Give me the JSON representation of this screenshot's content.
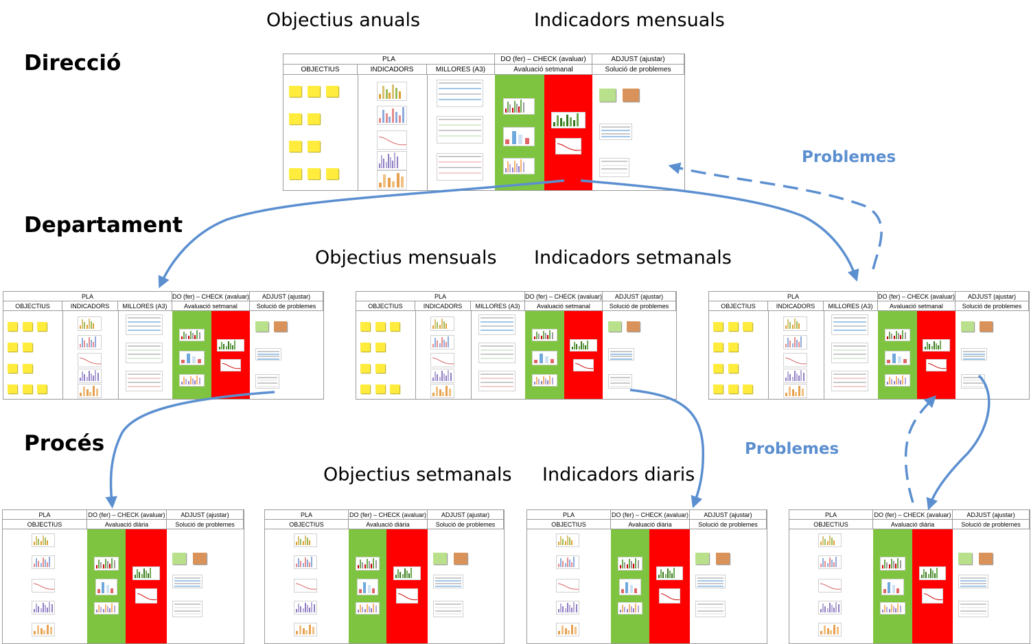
{
  "levels": {
    "direccio": "Direcció",
    "departament": "Departament",
    "proces": "Procés"
  },
  "captions": {
    "objectius_anuals": "Objectius anuals",
    "indicadors_mensuals": "Indicadors mensuals",
    "objectius_mensuals": "Objectius mensuals",
    "indicadors_setmanals": "Indicadors setmanals",
    "objectius_setmanals": "Objectius setmanals",
    "indicadors_diaris": "Indicadors diaris"
  },
  "problemes": [
    "Problemes",
    "Problemes"
  ],
  "board_full": {
    "pla": "PLA",
    "objectius": "OBJECTIUS",
    "indicadors": "INDICADORS",
    "millores": "MILLORES (A3)",
    "do_check": "DO (fer) – CHECK (avaluar)",
    "avaluacio_setmanal": "Avaluació setmanal",
    "adjust": "ADJUST (ajustar)",
    "solucio": "Solució de problemes"
  },
  "board_small": {
    "pla": "PLA",
    "objectius": "OBJECTIUS",
    "do_check": "DO (fer) – CHECK (avaluar)",
    "avaluacio_diaria": "Avaluació diària",
    "adjust": "ADJUST (ajustar)",
    "solucio": "Solució de problemes"
  },
  "colors": {
    "arrow": "#5b8fd0",
    "green": "#7fc441",
    "red": "#ff0000",
    "sticky": "#ffec3d",
    "note_green": "#b9e08a",
    "note_orange": "#d9935a"
  },
  "icons": {
    "sticky": "sticky-note-icon",
    "chart": "mini-chart-icon",
    "doc": "a3-document-icon"
  }
}
